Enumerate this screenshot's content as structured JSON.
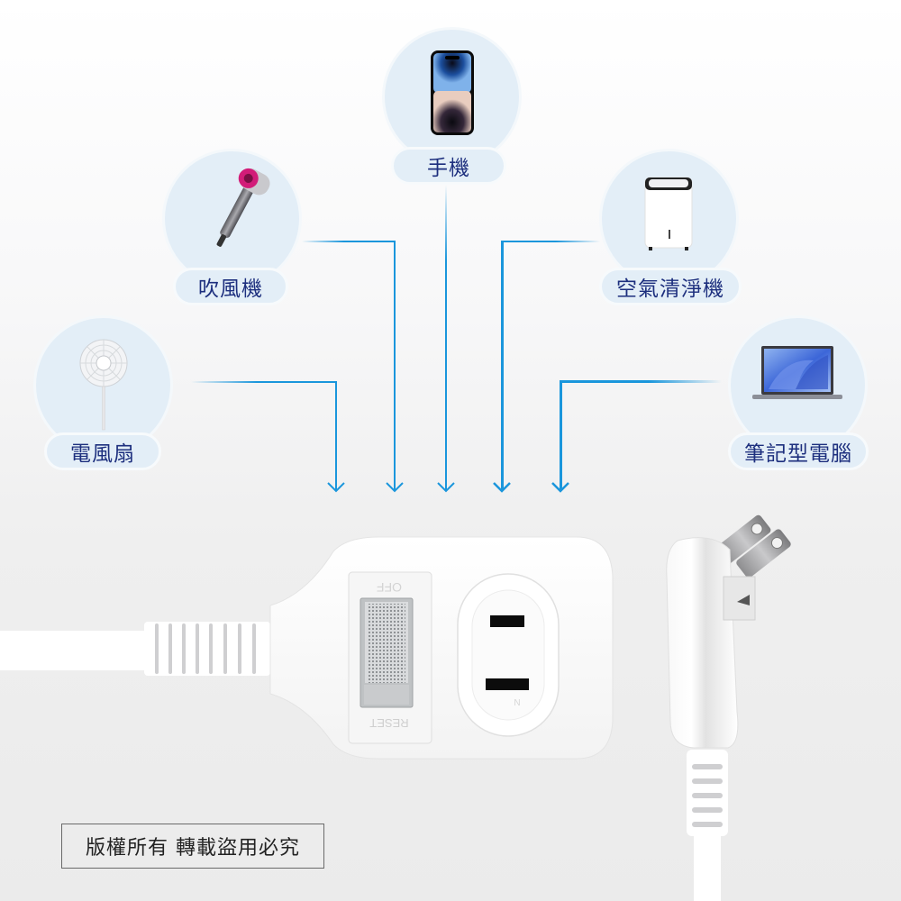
{
  "devices": [
    {
      "id": "phone",
      "label": "手機",
      "icon": "smartphone-icon"
    },
    {
      "id": "hair-dryer",
      "label": "吹風機",
      "icon": "hair-dryer-icon"
    },
    {
      "id": "air-purifier",
      "label": "空氣清淨機",
      "icon": "air-purifier-icon"
    },
    {
      "id": "electric-fan",
      "label": "電風扇",
      "icon": "electric-fan-icon"
    },
    {
      "id": "laptop",
      "label": "筆記型電腦",
      "icon": "laptop-icon"
    }
  ],
  "power_strip": {
    "switch_top_label": "OFF",
    "switch_bottom_label": "RESET",
    "outlet_count": 1,
    "outlet_marking": "N"
  },
  "copyright": "版權所有 轉載盜用必究",
  "colors": {
    "arrow": "#1a96dc",
    "label_text": "#1d2f7e",
    "bubble": "#e3eef7",
    "background": "#efefef"
  }
}
